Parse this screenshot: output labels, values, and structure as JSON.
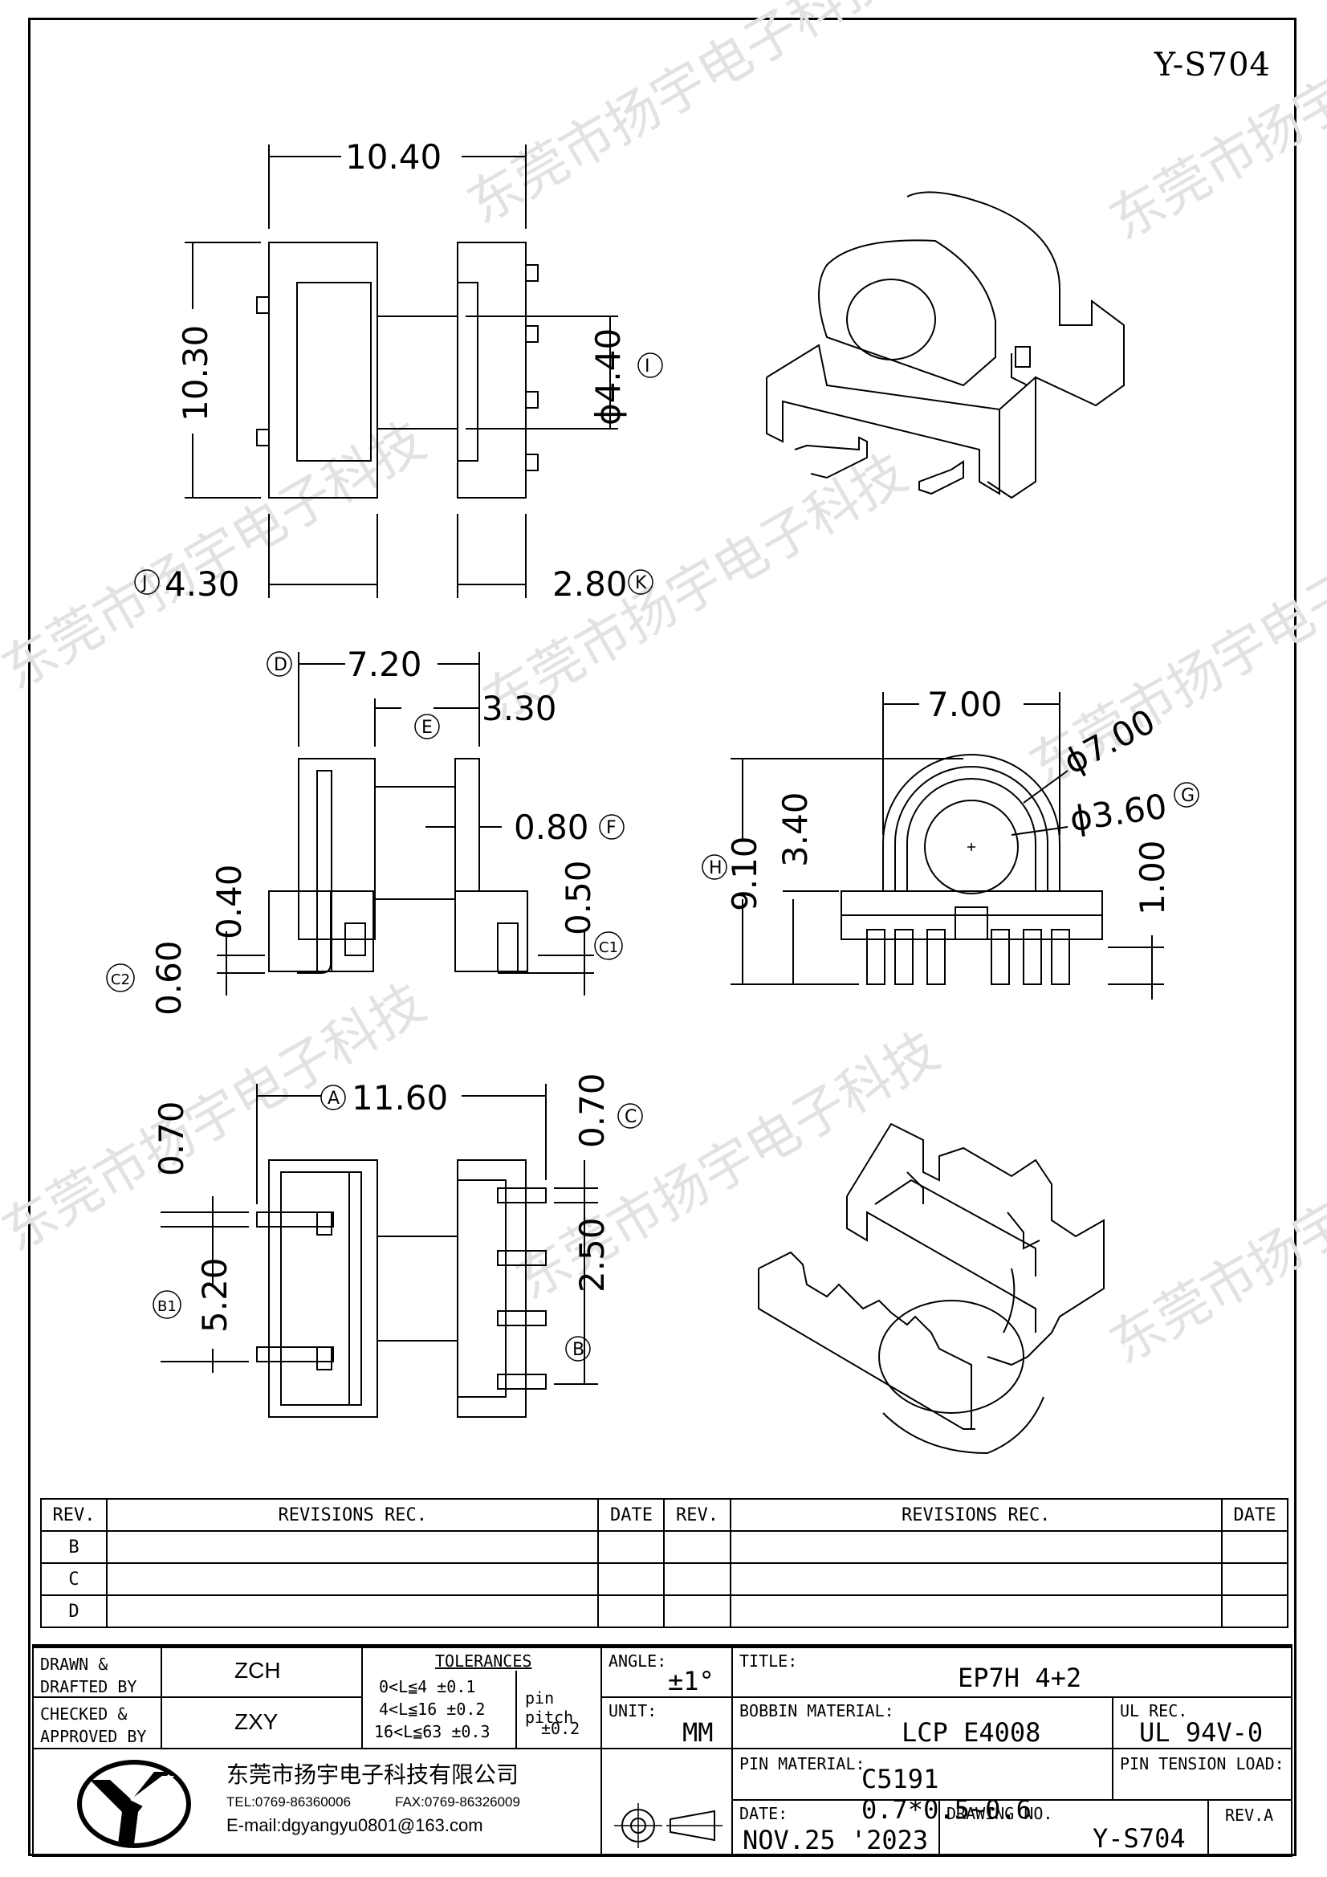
{
  "drawing": {
    "number_top": "Y-S704",
    "watermark": "东莞市扬宇电子科技",
    "dims": {
      "top_width": "10.40",
      "top_height": "10.30",
      "core_dia": "ϕ4.40",
      "core_dia_ref": "I",
      "flange_left": "4.30",
      "flange_left_ref": "J",
      "flange_right": "2.80",
      "flange_right_ref": "K",
      "side_width": "7.20",
      "side_width_ref": "D",
      "side_inner": "3.30",
      "side_inner_ref": "E",
      "wall": "0.80",
      "wall_ref": "F",
      "side_h1": "0.40",
      "side_h2": "0.50",
      "side_h2_ref": "C1",
      "side_h3": "0.60",
      "side_h3_ref": "C2",
      "front_width": "7.00",
      "front_outer_dia": "ϕ7.00",
      "front_inner_dia": "ϕ3.60",
      "front_inner_ref": "G",
      "front_height": "9.10",
      "front_height_ref": "H",
      "front_h2": "3.40",
      "front_h3": "1.00",
      "bottom_width": "11.60",
      "bottom_width_ref": "A",
      "bottom_pin_w": "0.70",
      "bottom_pin_w_ref": "C",
      "bottom_left_pin": "0.70",
      "bottom_span": "5.20",
      "bottom_span_ref": "B1",
      "bottom_pitch": "2.50",
      "bottom_pitch_ref": "B"
    }
  },
  "revisions": {
    "header": {
      "rev": "REV.",
      "rec": "REVISIONS   REC.",
      "date": "DATE"
    },
    "rows": [
      "B",
      "C",
      "D"
    ]
  },
  "titleblock": {
    "drawn_label": "DRAWN &\nDRAFTED BY",
    "drawn_value": "ZCH",
    "checked_label": "CHECKED &\nAPPROVED BY",
    "checked_value": "ZXY",
    "tol_title": "TOLERANCES",
    "tol_rows": [
      "0<L≦4   ±0.1",
      "4<L≦16  ±0.2",
      "16<L≦63 ±0.3"
    ],
    "pin_pitch_label": "pin pitch",
    "pin_pitch_value": "±0.2",
    "angle_label": "ANGLE:",
    "angle_value": "±1°",
    "unit_label": "UNIT:",
    "unit_value": "MM",
    "title_label": "TITLE:",
    "title_value": "EP7H  4+2",
    "bobbin_label": "BOBBIN MATERIAL:",
    "bobbin_value": "LCP E4008",
    "ul_label": "UL REC.",
    "ul_value": "UL 94V-0",
    "pin_mat_label": "PIN MATERIAL:",
    "pin_mat_value": "C5191 0.7*0.5~0.6",
    "pin_tension_label": "PIN TENSION LOAD:",
    "company_cn": "东莞市扬宇电子科技有限公司",
    "tel": "TEL:0769-86360006",
    "fax": "FAX:0769-86326009",
    "email": "E-mail:dgyangyu0801@163.com",
    "date_label": "DATE:",
    "date_value": "NOV.25 '2023",
    "drawing_no_label": "DRAWING NO.",
    "drawing_no_value": "Y-S704",
    "rev_label": "REV.A"
  },
  "icons": {
    "logo": "yy-logo-icon",
    "projection": "first-angle-projection-icon"
  }
}
